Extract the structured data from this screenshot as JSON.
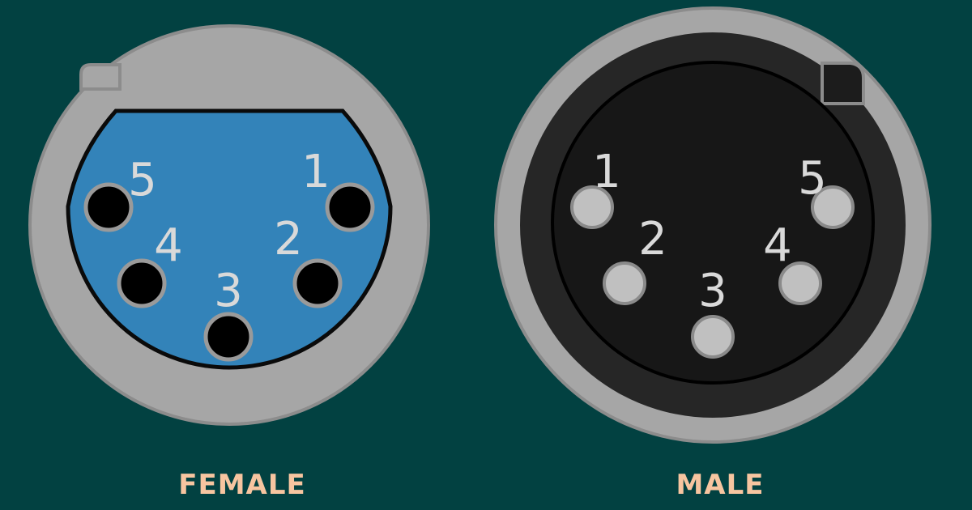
{
  "colors": {
    "background": "#024141",
    "shell_gray": "#a6a6a6",
    "shell_edge": "#8a8a8a",
    "female_insert_blue": "#3383b9",
    "male_insert_black": "#171717",
    "pin_silver": "#c0c0c0",
    "caption_peach": "#f7c5a0"
  },
  "female": {
    "label": "FEMALE",
    "pins": [
      {
        "number": "1",
        "kind": "socket"
      },
      {
        "number": "2",
        "kind": "socket"
      },
      {
        "number": "3",
        "kind": "socket"
      },
      {
        "number": "4",
        "kind": "socket"
      },
      {
        "number": "5",
        "kind": "socket"
      }
    ]
  },
  "male": {
    "label": "MALE",
    "pins": [
      {
        "number": "1",
        "kind": "pin"
      },
      {
        "number": "2",
        "kind": "pin"
      },
      {
        "number": "3",
        "kind": "pin"
      },
      {
        "number": "4",
        "kind": "pin"
      },
      {
        "number": "5",
        "kind": "pin"
      }
    ]
  }
}
